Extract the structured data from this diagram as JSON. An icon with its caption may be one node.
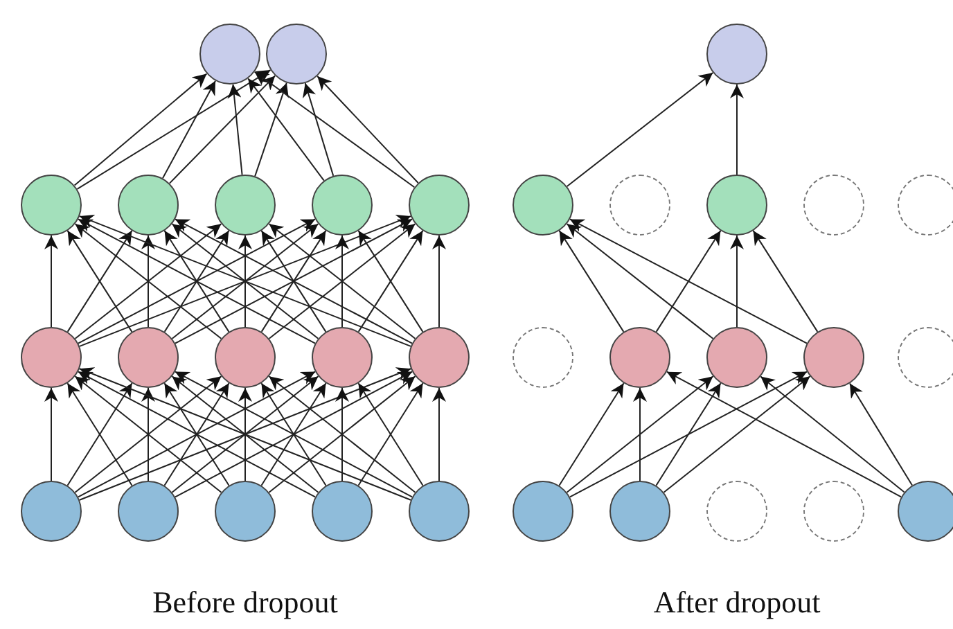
{
  "diagram": {
    "nodes": [
      {
        "text": [],
        "shape": "circle"
      },
      {
        "text": [],
        "shape": "circle"
      },
      {
        "text": [],
        "shape": "circle"
      },
      {
        "text": [],
        "shape": "circle"
      },
      {
        "text": [],
        "shape": "circle"
      },
      {
        "text": [],
        "shape": "circle"
      },
      {
        "text": [],
        "shape": "circle"
      },
      {
        "text": [],
        "shape": "circle"
      },
      {
        "text": [],
        "shape": "circle"
      },
      {
        "text": [],
        "shape": "circle"
      },
      {
        "text": [],
        "shape": "circle"
      },
      {
        "text": [],
        "shape": "circle"
      },
      {
        "text": [],
        "shape": "circle"
      },
      {
        "text": [],
        "shape": "circle"
      },
      {
        "text": [],
        "shape": "circle"
      },
      {
        "text": [],
        "shape": "circle"
      },
      {
        "text": [],
        "shape": "circle"
      },
      {
        "text": [],
        "shape": "circle"
      },
      {
        "text": [],
        "shape": "circle"
      },
      {
        "text": [],
        "shape": "circle"
      },
      {
        "text": [],
        "shape": "circle"
      },
      {
        "text": [],
        "shape": "circle"
      },
      {
        "text": [],
        "shape": "circle"
      },
      {
        "text": [],
        "shape": "circle"
      },
      {
        "text": [],
        "shape": "circle"
      },
      {
        "text": [],
        "shape": "circle"
      },
      {
        "text": [],
        "shape": "circle"
      },
      {
        "text": [],
        "shape": "circle"
      },
      {
        "text": [],
        "shape": "circle"
      },
      {
        "text": [],
        "shape": "circle"
      },
      {
        "text": [],
        "shape": "circle"
      },
      {
        "text": [],
        "shape": "circle"
      },
      {
        "text": [],
        "shape": "circle"
      }
    ],
    "edges": [
      {
        "from": 12,
        "to": 7,
        "arrow": "to"
      },
      {
        "from": 12,
        "to": 8,
        "arrow": "to"
      },
      {
        "from": 12,
        "to": 9,
        "arrow": "to"
      },
      {
        "from": 12,
        "to": 10,
        "arrow": "to"
      },
      {
        "from": 12,
        "to": 11,
        "arrow": "to"
      },
      {
        "from": 13,
        "to": 7,
        "arrow": "to"
      },
      {
        "from": 13,
        "to": 8,
        "arrow": "to"
      },
      {
        "from": 13,
        "to": 9,
        "arrow": "to"
      },
      {
        "from": 13,
        "to": 10,
        "arrow": "to"
      },
      {
        "from": 13,
        "to": 11,
        "arrow": "to"
      },
      {
        "from": 14,
        "to": 7,
        "arrow": "to"
      },
      {
        "from": 14,
        "to": 8,
        "arrow": "to"
      },
      {
        "from": 14,
        "to": 9,
        "arrow": "to"
      },
      {
        "from": 14,
        "to": 10,
        "arrow": "to"
      },
      {
        "from": 14,
        "to": 11,
        "arrow": "to"
      },
      {
        "from": 15,
        "to": 7,
        "arrow": "to"
      },
      {
        "from": 15,
        "to": 8,
        "arrow": "to"
      },
      {
        "from": 15,
        "to": 9,
        "arrow": "to"
      },
      {
        "from": 15,
        "to": 10,
        "arrow": "to"
      },
      {
        "from": 15,
        "to": 11,
        "arrow": "to"
      },
      {
        "from": 16,
        "to": 7,
        "arrow": "to"
      },
      {
        "from": 16,
        "to": 8,
        "arrow": "to"
      },
      {
        "from": 16,
        "to": 9,
        "arrow": "to"
      },
      {
        "from": 16,
        "to": 10,
        "arrow": "to"
      },
      {
        "from": 16,
        "to": 11,
        "arrow": "to"
      },
      {
        "from": 7,
        "to": 2,
        "arrow": "to"
      },
      {
        "from": 7,
        "to": 3,
        "arrow": "to"
      },
      {
        "from": 7,
        "to": 4,
        "arrow": "to"
      },
      {
        "from": 7,
        "to": 5,
        "arrow": "to"
      },
      {
        "from": 7,
        "to": 6,
        "arrow": "to"
      },
      {
        "from": 8,
        "to": 2,
        "arrow": "to"
      },
      {
        "from": 8,
        "to": 3,
        "arrow": "to"
      },
      {
        "from": 8,
        "to": 4,
        "arrow": "to"
      },
      {
        "from": 8,
        "to": 5,
        "arrow": "to"
      },
      {
        "from": 8,
        "to": 6,
        "arrow": "to"
      },
      {
        "from": 9,
        "to": 2,
        "arrow": "to"
      },
      {
        "from": 9,
        "to": 3,
        "arrow": "to"
      },
      {
        "from": 9,
        "to": 4,
        "arrow": "to"
      },
      {
        "from": 9,
        "to": 5,
        "arrow": "to"
      },
      {
        "from": 9,
        "to": 6,
        "arrow": "to"
      },
      {
        "from": 10,
        "to": 2,
        "arrow": "to"
      },
      {
        "from": 10,
        "to": 3,
        "arrow": "to"
      },
      {
        "from": 10,
        "to": 4,
        "arrow": "to"
      },
      {
        "from": 10,
        "to": 5,
        "arrow": "to"
      },
      {
        "from": 10,
        "to": 6,
        "arrow": "to"
      },
      {
        "from": 11,
        "to": 2,
        "arrow": "to"
      },
      {
        "from": 11,
        "to": 3,
        "arrow": "to"
      },
      {
        "from": 11,
        "to": 4,
        "arrow": "to"
      },
      {
        "from": 11,
        "to": 5,
        "arrow": "to"
      },
      {
        "from": 11,
        "to": 6,
        "arrow": "to"
      },
      {
        "from": 2,
        "to": 0,
        "arrow": "to"
      },
      {
        "from": 2,
        "to": 1,
        "arrow": "to"
      },
      {
        "from": 3,
        "to": 0,
        "arrow": "to"
      },
      {
        "from": 3,
        "to": 1,
        "arrow": "to"
      },
      {
        "from": 4,
        "to": 0,
        "arrow": "to"
      },
      {
        "from": 4,
        "to": 1,
        "arrow": "to"
      },
      {
        "from": 5,
        "to": 0,
        "arrow": "to"
      },
      {
        "from": 5,
        "to": 1,
        "arrow": "to"
      },
      {
        "from": 6,
        "to": 0,
        "arrow": "to"
      },
      {
        "from": 6,
        "to": 1,
        "arrow": "to"
      },
      {
        "from": 28,
        "to": 24,
        "arrow": "to"
      },
      {
        "from": 28,
        "to": 25,
        "arrow": "to"
      },
      {
        "from": 28,
        "to": 26,
        "arrow": "to"
      },
      {
        "from": 29,
        "to": 24,
        "arrow": "to"
      },
      {
        "from": 29,
        "to": 25,
        "arrow": "to"
      },
      {
        "from": 29,
        "to": 26,
        "arrow": "to"
      },
      {
        "from": 32,
        "to": 24,
        "arrow": "to"
      },
      {
        "from": 32,
        "to": 25,
        "arrow": "to"
      },
      {
        "from": 32,
        "to": 26,
        "arrow": "to"
      },
      {
        "from": 24,
        "to": 18,
        "arrow": "to"
      },
      {
        "from": 25,
        "to": 18,
        "arrow": "to"
      },
      {
        "from": 26,
        "to": 18,
        "arrow": "to"
      },
      {
        "from": 24,
        "to": 20,
        "arrow": "to"
      },
      {
        "from": 25,
        "to": 20,
        "arrow": "to"
      },
      {
        "from": 26,
        "to": 20,
        "arrow": "to"
      },
      {
        "from": 18,
        "to": 17,
        "arrow": "to"
      },
      {
        "from": 20,
        "to": 17,
        "arrow": "to"
      }
    ],
    "labels": [
      "Before dropout",
      "After dropout"
    ]
  }
}
